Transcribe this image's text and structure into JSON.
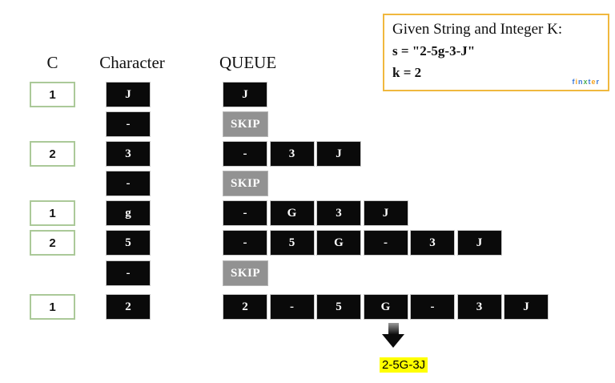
{
  "headers": {
    "c": "C",
    "character": "Character",
    "queue": "QUEUE"
  },
  "info_box": {
    "title": "Given String and Integer K:",
    "line_s": "s = \"2-5g-3-J\"",
    "line_k": "k = 2",
    "brand_letters": [
      {
        "ch": "f",
        "color": "#3b78d8"
      },
      {
        "ch": "i",
        "color": "#f6a21d"
      },
      {
        "ch": "n",
        "color": "#3b78d8"
      },
      {
        "ch": "x",
        "color": "#4caf50"
      },
      {
        "ch": "t",
        "color": "#3b78d8"
      },
      {
        "ch": "e",
        "color": "#f6a21d"
      },
      {
        "ch": "r",
        "color": "#3b78d8"
      }
    ]
  },
  "rows": [
    {
      "c": "1",
      "character": "J",
      "queue": {
        "type": "cells",
        "cells": [
          "J"
        ]
      }
    },
    {
      "c": "",
      "character": "-",
      "queue": {
        "type": "skip",
        "label": "SKIP"
      }
    },
    {
      "c": "2",
      "character": "3",
      "queue": {
        "type": "cells",
        "cells": [
          "-",
          "3",
          "J"
        ]
      }
    },
    {
      "c": "",
      "character": "-",
      "queue": {
        "type": "skip",
        "label": "SKIP"
      }
    },
    {
      "c": "1",
      "character": "g",
      "queue": {
        "type": "cells",
        "cells": [
          "-",
          "G",
          "3",
          "J"
        ]
      }
    },
    {
      "c": "2",
      "character": "5",
      "queue": {
        "type": "cells",
        "cells": [
          "-",
          "5",
          "G",
          "-",
          "3",
          "J"
        ]
      }
    },
    {
      "c": "",
      "character": "-",
      "queue": {
        "type": "skip",
        "label": "SKIP"
      }
    },
    {
      "c": "1",
      "character": "2",
      "queue": {
        "type": "cells",
        "cells": [
          "2",
          "-",
          "5",
          "G",
          "-",
          "3",
          "J"
        ]
      }
    }
  ],
  "result": {
    "label": "2-5G-3J"
  },
  "colors": {
    "c_box_border": "#abc999",
    "info_box_border": "#f0b83e",
    "skip_gray": "#929292",
    "cell_black": "#0a0a0a",
    "result_highlight": "#ffff00"
  }
}
